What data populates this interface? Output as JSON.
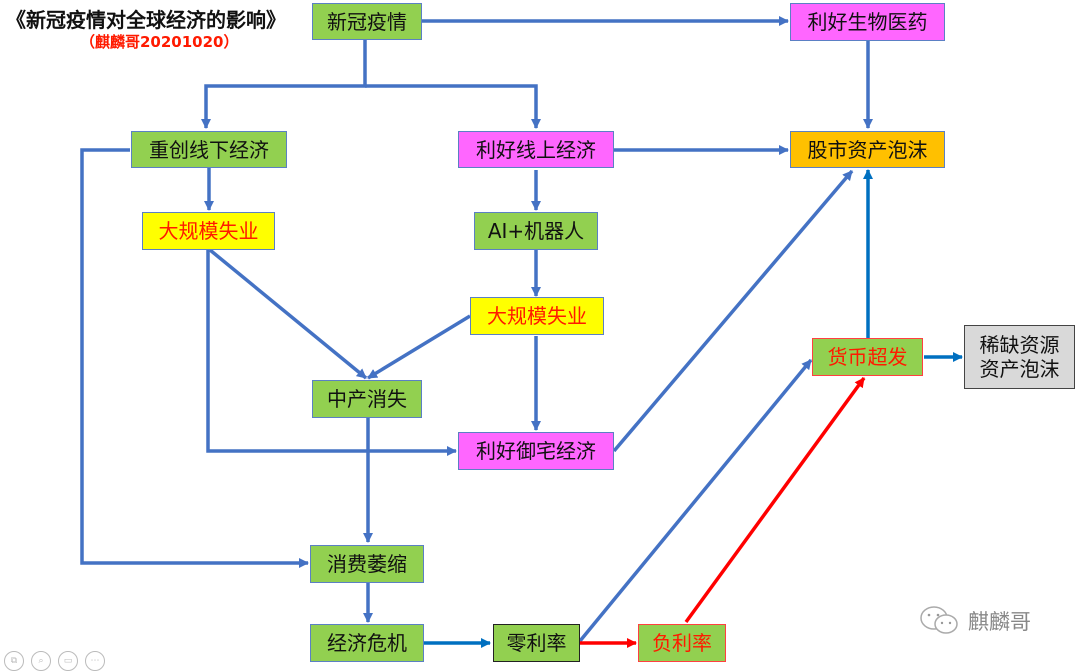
{
  "header": {
    "title": "《新冠疫情对全球经济的影响》",
    "subtitle": "（麒麟哥20201020）"
  },
  "nodes": {
    "covid": "新冠疫情",
    "biomed": "利好生物医药",
    "offline": "重创线下经济",
    "online": "利好线上经济",
    "stock_bubble": "股市资产泡沫",
    "unemployment_left": "大规模失业",
    "ai_robot": "AI+机器人",
    "unemployment_right": "大规模失业",
    "middle_class": "中产消失",
    "stay_home": "利好御宅经济",
    "money_printing": "货币超发",
    "scarce_line1": "稀缺资源",
    "scarce_line2": "资产泡沫",
    "consumption": "消费萎缩",
    "crisis": "经济危机",
    "zero_rate": "零利率",
    "negative_rate": "负利率"
  },
  "colors": {
    "green": "#92d050",
    "magenta": "#ff66ff",
    "yellow": "#ffff00",
    "orange": "#ffc000",
    "gray": "#d9d9d9",
    "arrow_blue": "#4472c4",
    "arrow_dark_blue": "#0070c0",
    "arrow_red": "#ff0000",
    "highlight_text_red": "#ff1a00"
  },
  "edges": [
    {
      "from": "新冠疫情",
      "to": "利好生物医药"
    },
    {
      "from": "新冠疫情",
      "to": "重创线下经济"
    },
    {
      "from": "新冠疫情",
      "to": "利好线上经济"
    },
    {
      "from": "利好生物医药",
      "to": "股市资产泡沫"
    },
    {
      "from": "利好线上经济",
      "to": "股市资产泡沫"
    },
    {
      "from": "重创线下经济",
      "to": "大规模失业"
    },
    {
      "from": "重创线下经济",
      "to": "消费萎缩"
    },
    {
      "from": "利好线上经济",
      "to": "AI+机器人"
    },
    {
      "from": "AI+机器人",
      "to": "大规模失业"
    },
    {
      "from": "大规模失业",
      "to": "中产消失"
    },
    {
      "from": "大规模失业",
      "to": "利好御宅经济"
    },
    {
      "from": "中产消失",
      "to": "消费萎缩"
    },
    {
      "from": "利好御宅经济",
      "to": "股市资产泡沫"
    },
    {
      "from": "消费萎缩",
      "to": "经济危机"
    },
    {
      "from": "经济危机",
      "to": "零利率"
    },
    {
      "from": "零利率",
      "to": "负利率"
    },
    {
      "from": "零利率",
      "to": "货币超发"
    },
    {
      "from": "负利率",
      "to": "货币超发"
    },
    {
      "from": "货币超发",
      "to": "股市资产泡沫"
    },
    {
      "from": "货币超发",
      "to": "稀缺资源资产泡沫"
    }
  ],
  "watermark": {
    "icon": "wechat-icon",
    "text": "麒麟哥"
  },
  "toolbar": {
    "icons": [
      "copy-icon",
      "search-icon",
      "caption-icon",
      "more-icon"
    ]
  }
}
